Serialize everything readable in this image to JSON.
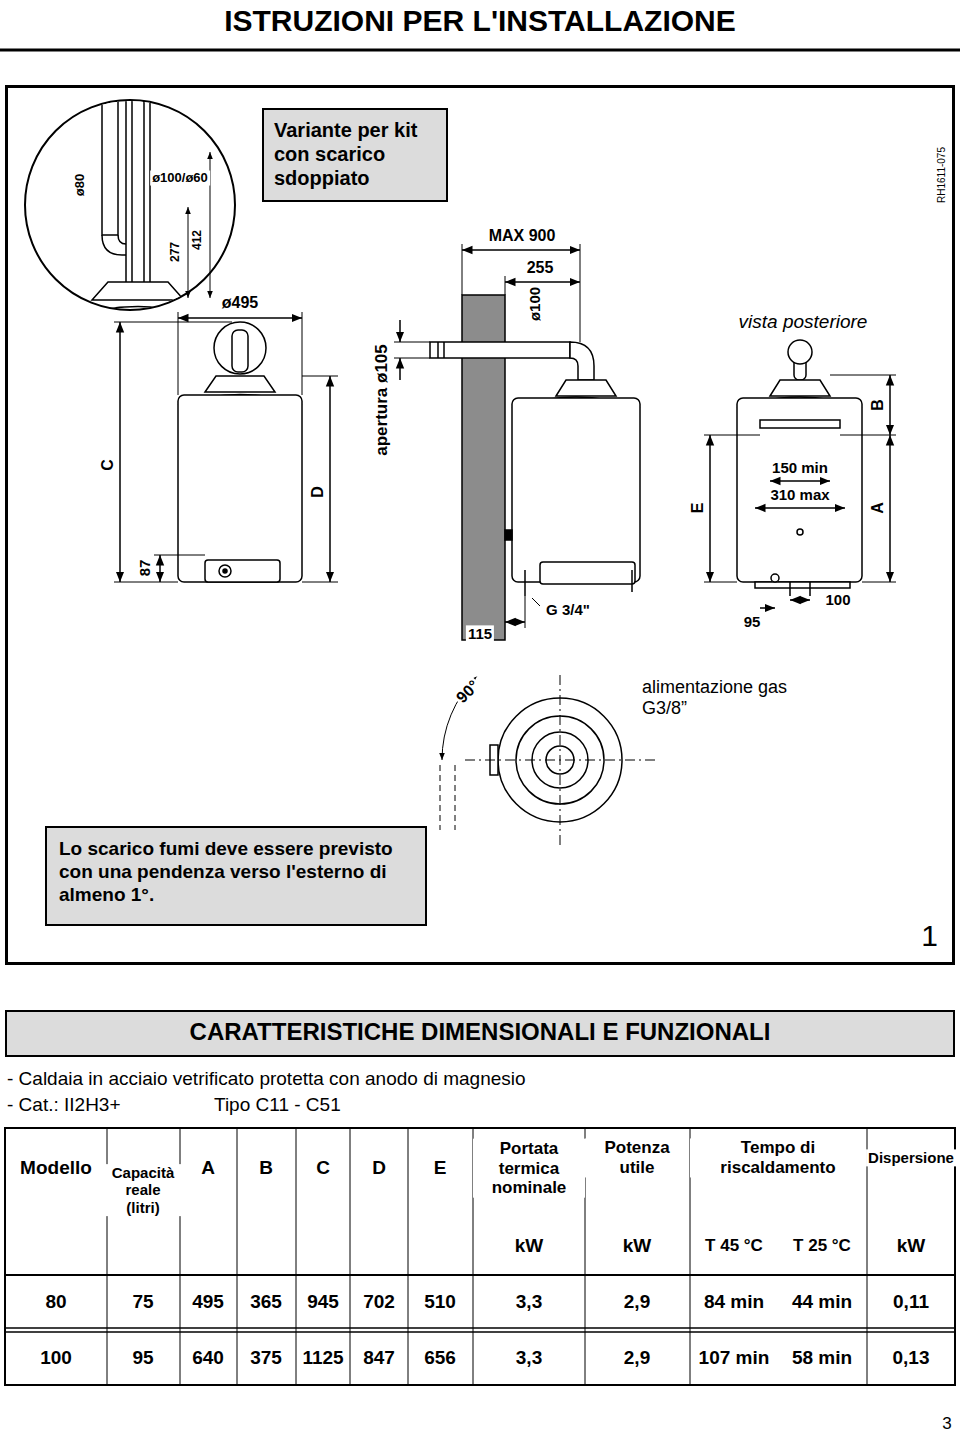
{
  "diagram": {
    "title": "ISTRUZIONI PER L'INSTALLAZIONE",
    "nodes": [
      {
        "text": [
          "1"
        ]
      },
      {
        "text": [
          "Variante per kit con scarico sdoppiato"
        ],
        "in": 0
      },
      {
        "text": [
          "Lo scarico fumi deve essere previsto con una pendenza verso l'esterno di almeno 1°."
        ],
        "in": 0
      },
      {
        "text": [
          "CARATTERISTICHE DIMENSIONALI E FUNZIONALI"
        ]
      }
    ],
    "labels": [
      "ø80",
      "ø100/ø60",
      "277",
      "412",
      "RH1611-075",
      "MAX 900",
      "255",
      "ø100",
      "ø495",
      "apertura ø105",
      "vista posteriore",
      "C",
      "D",
      "B",
      "E",
      "A",
      "150 min",
      "310 max",
      "87",
      "115",
      "G 3/4\"",
      "95",
      "100",
      "90°",
      "alimentazione gas G3/8”",
      "- Caldaia in acciaio vetrificato protetta con anodo di magnesio",
      "- Cat.: II2H3+",
      "Tipo C11 - C51",
      "Modello",
      "Capacità reale (litri)",
      "A",
      "B",
      "C",
      "D",
      "E",
      "Portata termica nominale",
      "Potenza utile",
      "Tempo di riscaldamento",
      "Dispersione",
      "kW",
      "kW",
      "T 45 °C",
      "T 25 °C",
      "kW",
      "80",
      "75",
      "495",
      "365",
      "945",
      "702",
      "510",
      "3,3",
      "2,9",
      "84 min",
      "44 min",
      "0,11",
      "100",
      "95",
      "640",
      "375",
      "1125",
      "847",
      "656",
      "3,3",
      "2,9",
      "107 min",
      "58 min",
      "0,13",
      "3"
    ]
  }
}
